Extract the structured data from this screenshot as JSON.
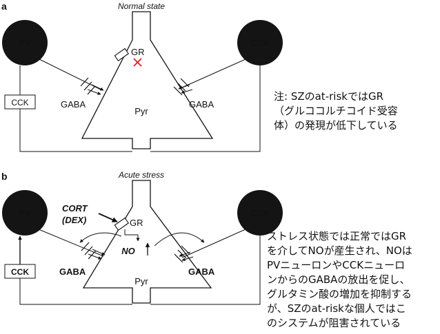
{
  "panel_a": {
    "letter": "a",
    "title": "Normal state",
    "pv": "PV",
    "cck_cell": "CCK",
    "cck_box": "CCK",
    "gr": "GR",
    "gaba_left": "GABA",
    "gaba_right": "GABA",
    "pyr": "Pyr"
  },
  "panel_b": {
    "letter": "b",
    "title": "Acute stress",
    "pv": "PV",
    "cck_cell": "CCK",
    "cck_box": "CCK",
    "gr": "GR",
    "cort_line1": "CORT",
    "cort_line2": "(DEX)",
    "no": "NO",
    "gaba_left": "GABA",
    "gaba_right": "GABA",
    "pyr": "Pyr"
  },
  "note_a": [
    "注:  SZのat-riskではGR",
    "（グルココルチコイド受容",
    "体）の発現が低下している"
  ],
  "note_b": [
    "ストレス状態では正常ではGR",
    "を介してNOが産生され、NOは",
    "PVニューロンやCCKニューロ",
    "ンからのGABAの放出を促し、",
    "グルタミン酸の増加を抑制する",
    "が、SZのat-riskな個人ではこ",
    "のシステムが阻害されている"
  ]
}
